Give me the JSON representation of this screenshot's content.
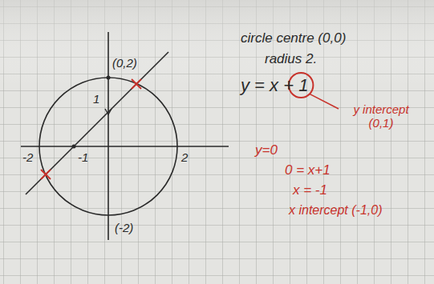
{
  "diagram": {
    "labels": [
      "(0,2)",
      "1",
      "-2",
      "-1",
      "2",
      "(-2)",
      "circle centre (0,0)",
      "radius 2.",
      "y = x + 1",
      "y intercept (0,1)",
      "y=0",
      "0 = x+1",
      "x = -1",
      "x intercept (-1,0)"
    ]
  }
}
